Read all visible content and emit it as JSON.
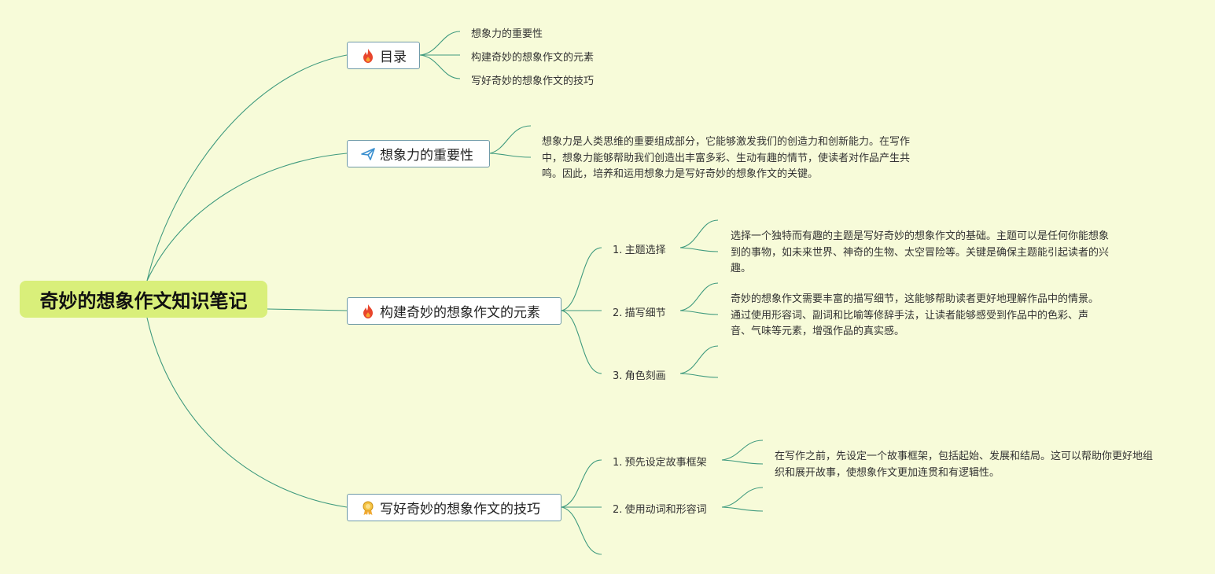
{
  "root": {
    "title": "奇妙的想象作文知识笔记"
  },
  "topics": {
    "toc": {
      "icon": "fire-icon",
      "label": "目录"
    },
    "importance": {
      "icon": "paper-plane-icon",
      "label": "想象力的重要性"
    },
    "elements": {
      "icon": "fire-icon",
      "label": "构建奇妙的想象作文的元素"
    },
    "tips": {
      "icon": "award-medal-icon",
      "label": "写好奇妙的想象作文的技巧"
    }
  },
  "toc_items": [
    "想象力的重要性",
    "构建奇妙的想象作文的元素",
    "写好奇妙的想象作文的技巧"
  ],
  "importance_text": "想象力是人类思维的重要组成部分，它能够激发我们的创造力和创新能力。在写作中，想象力能够帮助我们创造出丰富多彩、生动有趣的情节，使读者对作品产生共鸣。因此，培养和运用想象力是写好奇妙的想象作文的关键。",
  "elements_items": [
    {
      "num": "1.",
      "label": "主题选择",
      "text": "选择一个独特而有趣的主题是写好奇妙的想象作文的基础。主题可以是任何你能想象到的事物，如未来世界、神奇的生物、太空冒险等。关键是确保主题能引起读者的兴趣。"
    },
    {
      "num": "2.",
      "label": "描写细节",
      "text": "奇妙的想象作文需要丰富的描写细节，这能够帮助读者更好地理解作品中的情景。通过使用形容词、副词和比喻等修辞手法，让读者能够感受到作品中的色彩、声音、气味等元素，增强作品的真实感。"
    },
    {
      "num": "3.",
      "label": "角色刻画",
      "text": ""
    }
  ],
  "tips_items": [
    {
      "num": "1.",
      "label": "预先设定故事框架",
      "text": "在写作之前，先设定一个故事框架，包括起始、发展和结局。这可以帮助你更好地组织和展开故事，使想象作文更加连贯和有逻辑性。"
    },
    {
      "num": "2.",
      "label": "使用动词和形容词",
      "text": ""
    }
  ],
  "colors": {
    "background": "#f7fbd9",
    "root": "#d9ef7a",
    "line": "#3f9a7e",
    "topic_border": "#6f9aa7"
  }
}
